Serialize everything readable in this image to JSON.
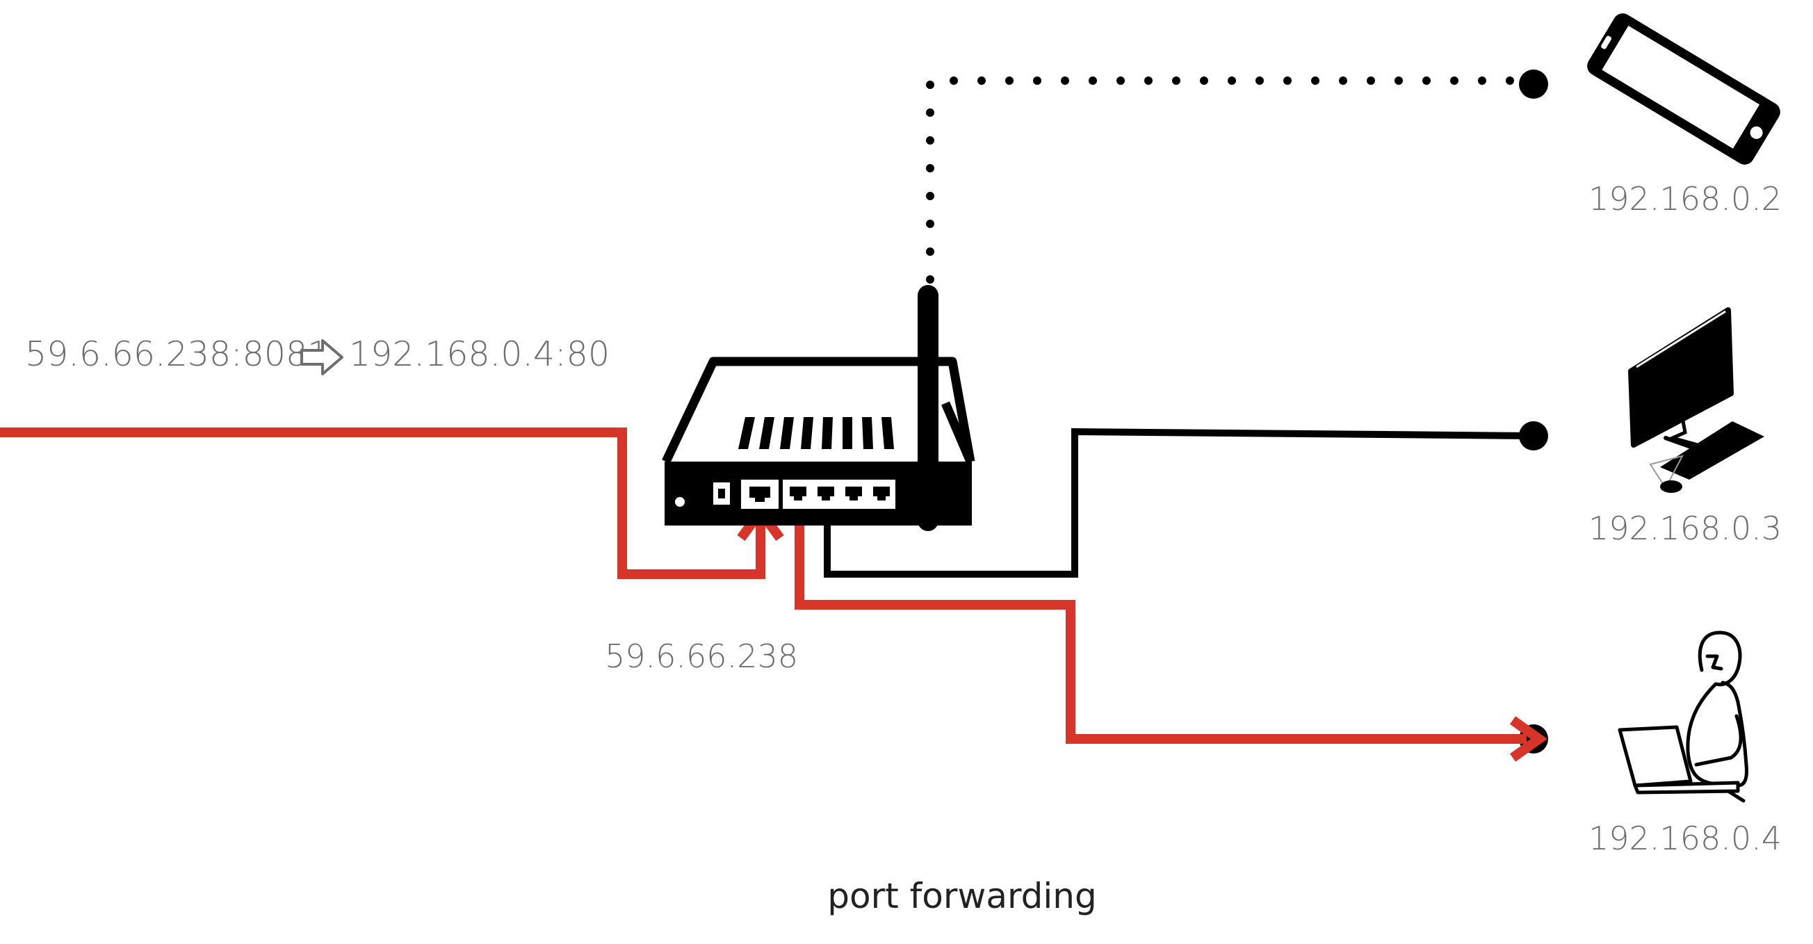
{
  "colors": {
    "forwarded_path": "#d8352a",
    "wire": "#000000",
    "label": "#6e6e6e",
    "caption": "#222222"
  },
  "icons": {
    "router": "router-icon",
    "phone": "smartphone-icon",
    "desktop": "desktop-computer-icon",
    "laptop_user": "person-with-laptop-icon",
    "arrow": "outline-right-arrow-icon"
  },
  "labels": {
    "rule_from": "59.6.66.238:8081",
    "rule_to": "192.168.0.4:80",
    "router_ip": "59.6.66.238",
    "device_phone_ip": "192.168.0.2",
    "device_desktop_ip": "192.168.0.3",
    "device_laptop_ip": "192.168.0.4",
    "caption": "port forwarding"
  }
}
